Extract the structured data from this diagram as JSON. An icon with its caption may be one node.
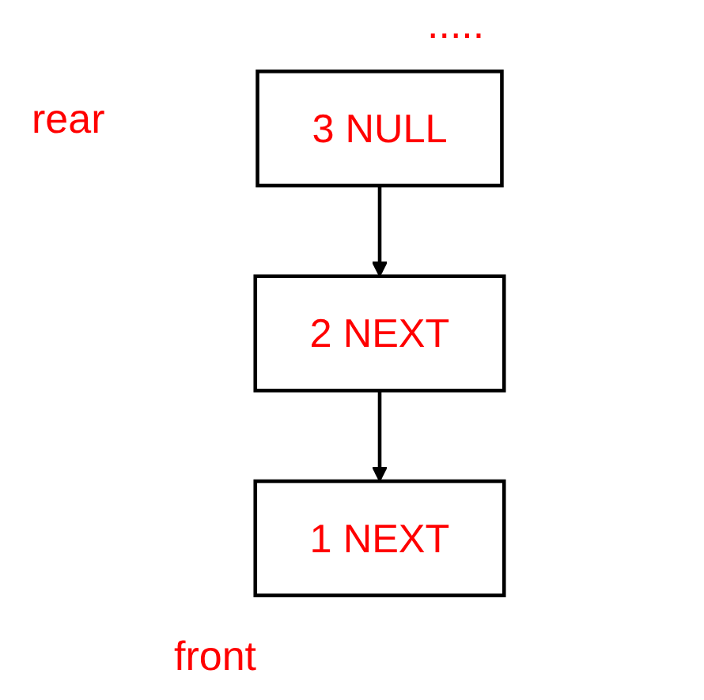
{
  "diagram": {
    "nodes": [
      {
        "text": [
          "3 NULL"
        ],
        "beside": [
          "rear"
        ]
      },
      {
        "text": [
          "2 NEXT"
        ]
      },
      {
        "text": [
          "1 NEXT"
        ],
        "beside": [
          "front"
        ]
      }
    ],
    "edges": [
      {
        "from": 0,
        "to": 1,
        "arrow": "to"
      },
      {
        "from": 1,
        "to": 2,
        "arrow": "to"
      }
    ],
    "labels": [
      "....."
    ]
  }
}
